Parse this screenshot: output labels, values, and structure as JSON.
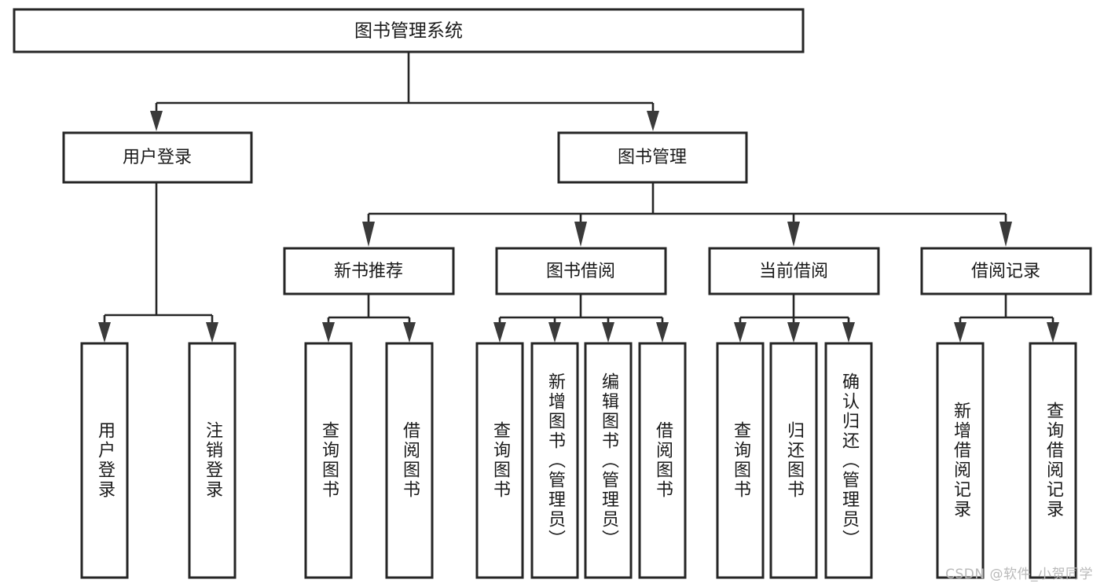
{
  "diagram": {
    "type": "tree-hierarchy",
    "title": "图书管理系统",
    "watermark": "CSDN @软件_小贺同学",
    "colors": {
      "box_stroke": "#262626",
      "box_fill": "#ffffff",
      "connector": "#262626",
      "text": "#1a1a1a",
      "watermark": "#b9b9b9",
      "background": "#ffffff"
    },
    "levels": {
      "root": {
        "label": "图书管理系统"
      },
      "level2": [
        {
          "label": "用户登录"
        },
        {
          "label": "图书管理"
        }
      ],
      "level3": [
        {
          "label": "新书推荐"
        },
        {
          "label": "图书借阅"
        },
        {
          "label": "当前借阅"
        },
        {
          "label": "借阅记录"
        }
      ]
    },
    "leaves": {
      "user_login": [
        {
          "label": "用户登录"
        },
        {
          "label": "注销登录"
        }
      ],
      "new_book_recommend": [
        {
          "label": "查询图书"
        },
        {
          "label": "借阅图书"
        }
      ],
      "book_borrow": [
        {
          "label": "查询图书"
        },
        {
          "label": "新增图书（管理员）"
        },
        {
          "label": "编辑图书（管理员）"
        },
        {
          "label": "借阅图书"
        }
      ],
      "current_borrow": [
        {
          "label": "查询图书"
        },
        {
          "label": "归还图书"
        },
        {
          "label": "确认归还（管理员）"
        }
      ],
      "borrow_record": [
        {
          "label": "新增借阅记录"
        },
        {
          "label": "查询借阅记录"
        }
      ]
    }
  }
}
